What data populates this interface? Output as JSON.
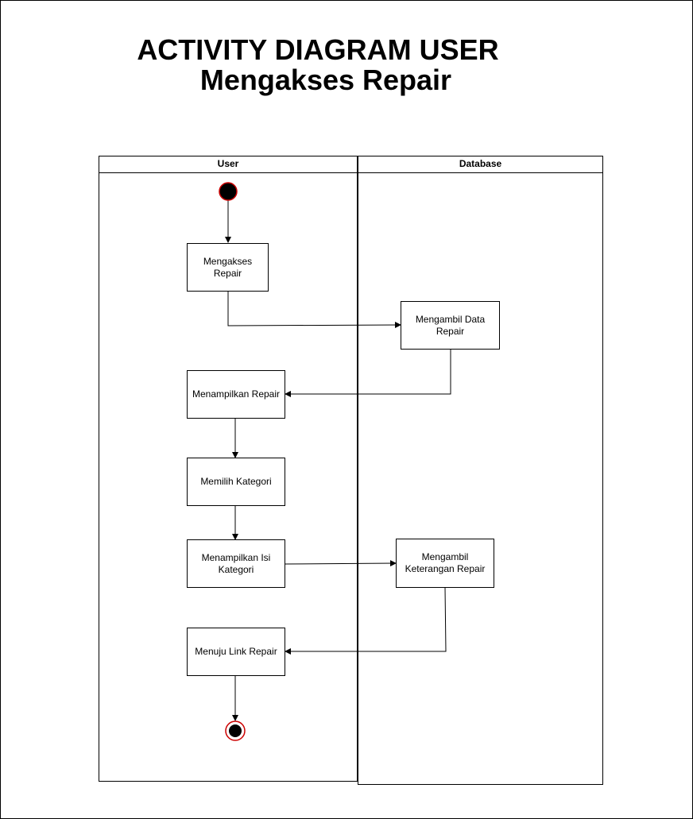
{
  "title": {
    "line1": "ACTIVITY DIAGRAM USER",
    "line2": "Mengakses Repair"
  },
  "lanes": {
    "user": "User",
    "database": "Database"
  },
  "nodes": {
    "mengakses_repair": "Mengakses Repair",
    "mengambil_data_repair": "Mengambil Data Repair",
    "menampilkan_repair": "Menampilkan Repair",
    "memilih_kategori": "Memilih Kategori",
    "menampilkan_isi_kategori": "Menampilkan Isi Kategori",
    "mengambil_keterangan_repair": "Mengambil Keterangan Repair",
    "menuju_link_repair": "Menuju Link Repair"
  },
  "colors": {
    "start_node": "#000000",
    "start_stroke": "#cc0000",
    "end_ring": "#cc0000"
  }
}
